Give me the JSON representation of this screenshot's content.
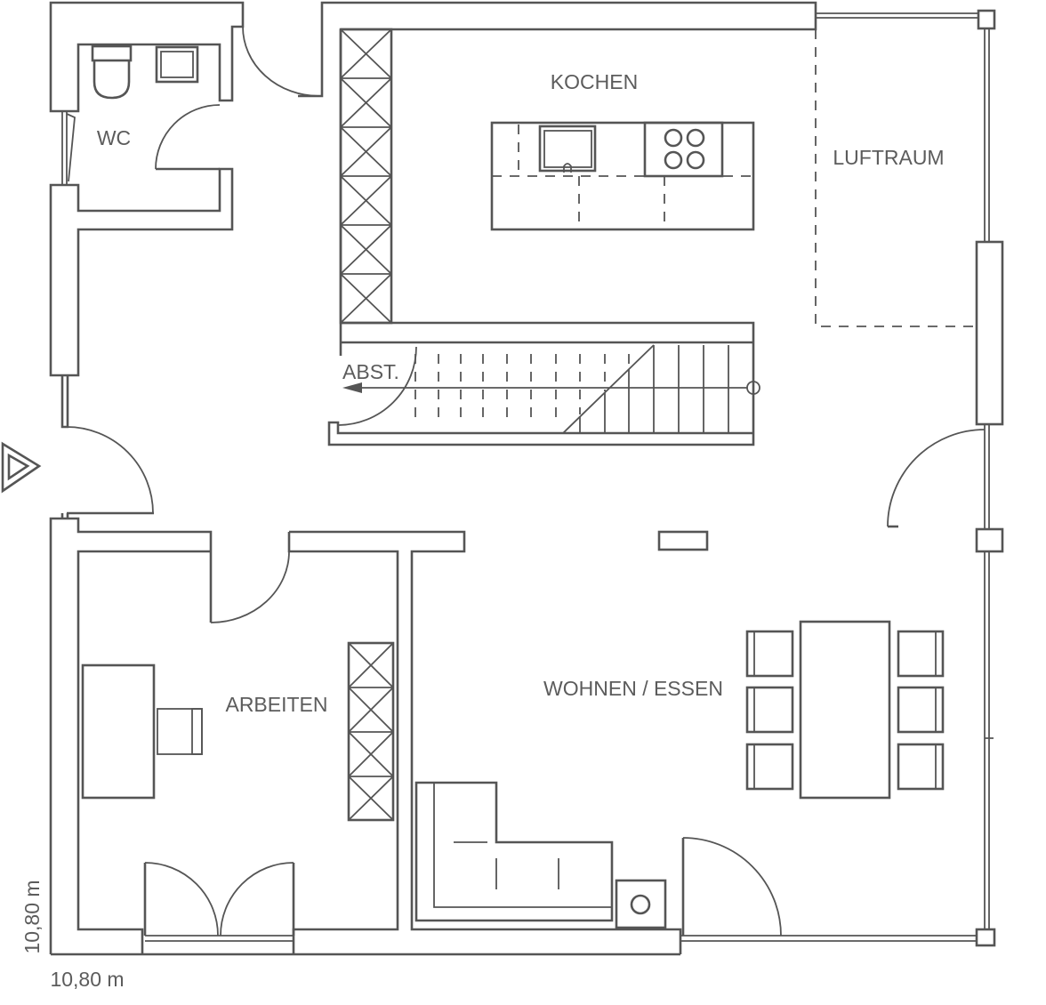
{
  "labels": {
    "wc": "WC",
    "kochen": "KOCHEN",
    "luftraum": "LUFTRAUM",
    "abst": "ABST.",
    "arbeiten": "ARBEITEN",
    "wohnen_essen": "WOHNEN / ESSEN"
  },
  "dimensions": {
    "width": "10,80 m",
    "depth": "10,80 m"
  },
  "icons": {
    "entrance": "entrance-arrow-icon"
  },
  "colors": {
    "line": "#555555",
    "background": "#ffffff"
  }
}
